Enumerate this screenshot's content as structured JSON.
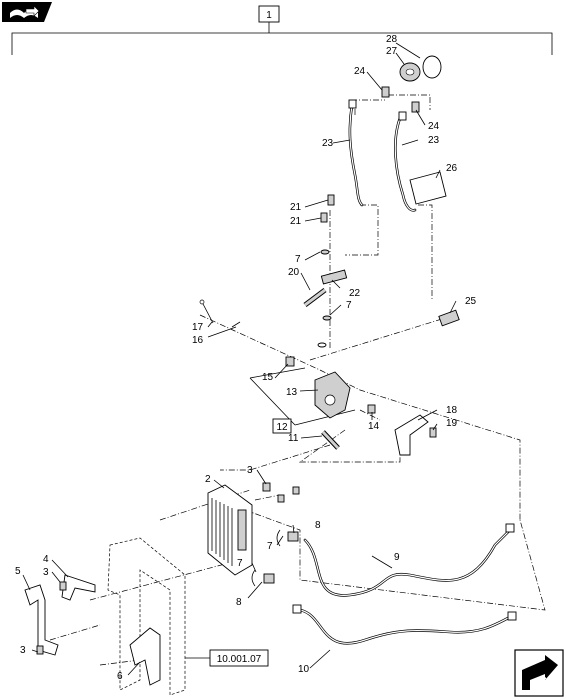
{
  "top_icon": "book-open-arrow-icon",
  "corner_icon": "next-page-arrow-icon",
  "assembly_box": "1",
  "subassembly_box": "12",
  "reference_box": "10.001.07",
  "callouts": {
    "c28": "28",
    "c27": "27",
    "c24a": "24",
    "c24b": "24",
    "c23a": "23",
    "c23b": "23",
    "c26": "26",
    "c21a": "21",
    "c21b": "21",
    "c7a": "7",
    "c20": "20",
    "c22": "22",
    "c7b": "7",
    "c25": "25",
    "c17": "17",
    "c16": "16",
    "c15": "15",
    "c13": "13",
    "c14": "14",
    "c18": "18",
    "c19": "19",
    "c11": "11",
    "c2": "2",
    "c3a": "3",
    "c8a": "8",
    "c7c": "7",
    "c7d": "7",
    "c8b": "8",
    "c9": "9",
    "c4": "4",
    "c5": "5",
    "c3b": "3",
    "c3c": "3",
    "c6": "6",
    "c10": "10"
  }
}
